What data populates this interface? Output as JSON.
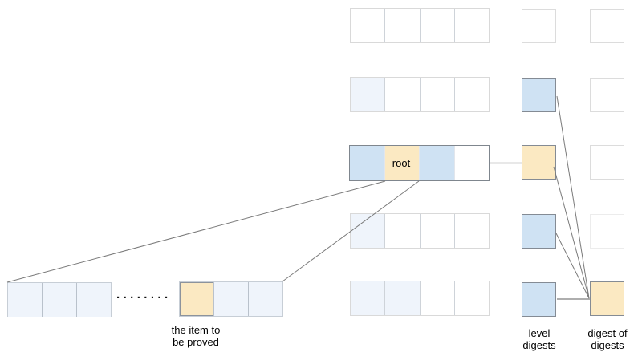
{
  "labels": {
    "root": "root",
    "item": [
      "the item to",
      "be proved"
    ],
    "level_digests": [
      "level",
      "digests"
    ],
    "digest_of_digests": [
      "digest of",
      "digests"
    ],
    "dots": "........"
  },
  "colors": {
    "highlight_blue": "#cfe2f3",
    "faint_blue": "#eff4fb",
    "highlight_cream": "#fbe9c2",
    "cell_border_light": "#d9d9d9",
    "cell_border_dark": "#848b94",
    "connector_line": "#7a7a7a"
  },
  "structure": {
    "array_rows": {
      "row1": [
        "white",
        "white",
        "white",
        "white"
      ],
      "row2": [
        "faint",
        "white",
        "white",
        "white"
      ],
      "row3_root": [
        "blue",
        "cream",
        "blue",
        "white"
      ],
      "row4": [
        "faint",
        "white",
        "white",
        "white"
      ],
      "row5": [
        "faint",
        "faint",
        "white",
        "white"
      ]
    },
    "bottom_left_row": [
      "faint",
      "faint",
      "faint"
    ],
    "item_row": [
      "cream-box",
      "faint",
      "faint"
    ],
    "level_digest_column": [
      "white",
      "blue",
      "cream",
      "blue",
      "blue"
    ],
    "digest_of_digests_column": [
      "white",
      "white",
      "white",
      "white",
      "cream"
    ]
  }
}
